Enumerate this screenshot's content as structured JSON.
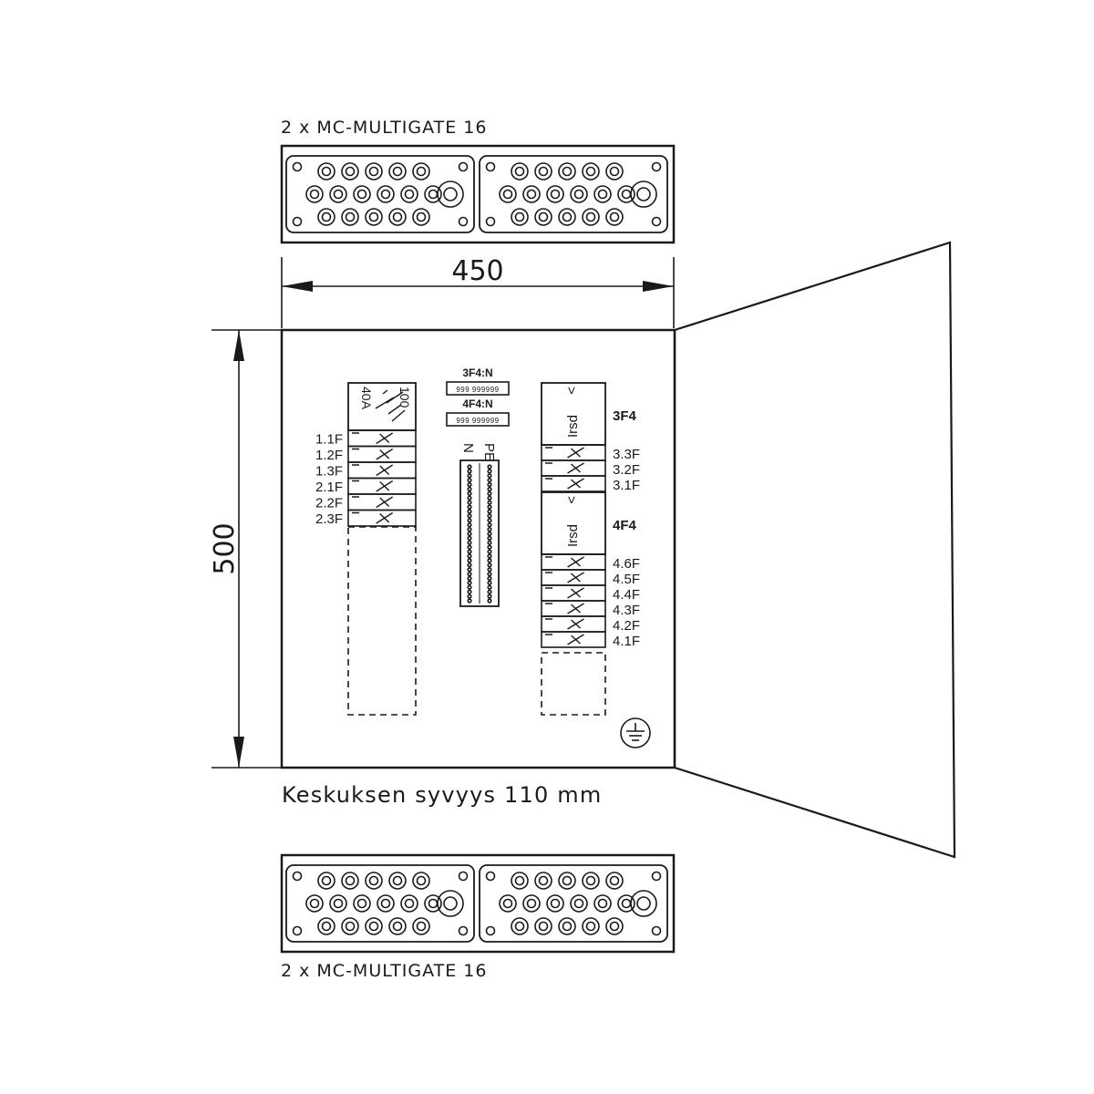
{
  "gland_label_top": "2 x MC-MULTIGATE 16",
  "gland_label_bottom": "2 x MC-MULTIGATE 16",
  "dim_width": "450",
  "dim_height": "500",
  "depth_note": "Keskuksen syvyys 110 mm",
  "main_switch": {
    "rating": "40A",
    "id": "100"
  },
  "left_breakers": [
    "1.1F",
    "1.2F",
    "1.3F",
    "2.1F",
    "2.2F",
    "2.3F"
  ],
  "n_bars": [
    {
      "label": "3F4:N",
      "marking": "999 999999"
    },
    {
      "label": "4F4:N",
      "marking": "999 999999"
    }
  ],
  "pe_label": "PE",
  "n_label": "N",
  "rcd_groups": [
    {
      "name": "3F4",
      "device_text": "Irsd",
      "symbol": ">",
      "breakers": [
        "3.3F",
        "3.2F",
        "3.1F"
      ]
    },
    {
      "name": "4F4",
      "device_text": "Irsd",
      "symbol": ">",
      "breakers": [
        "4.6F",
        "4.5F",
        "4.4F",
        "4.3F",
        "4.2F",
        "4.1F"
      ]
    }
  ],
  "earth_symbol_icon": "ground-icon"
}
